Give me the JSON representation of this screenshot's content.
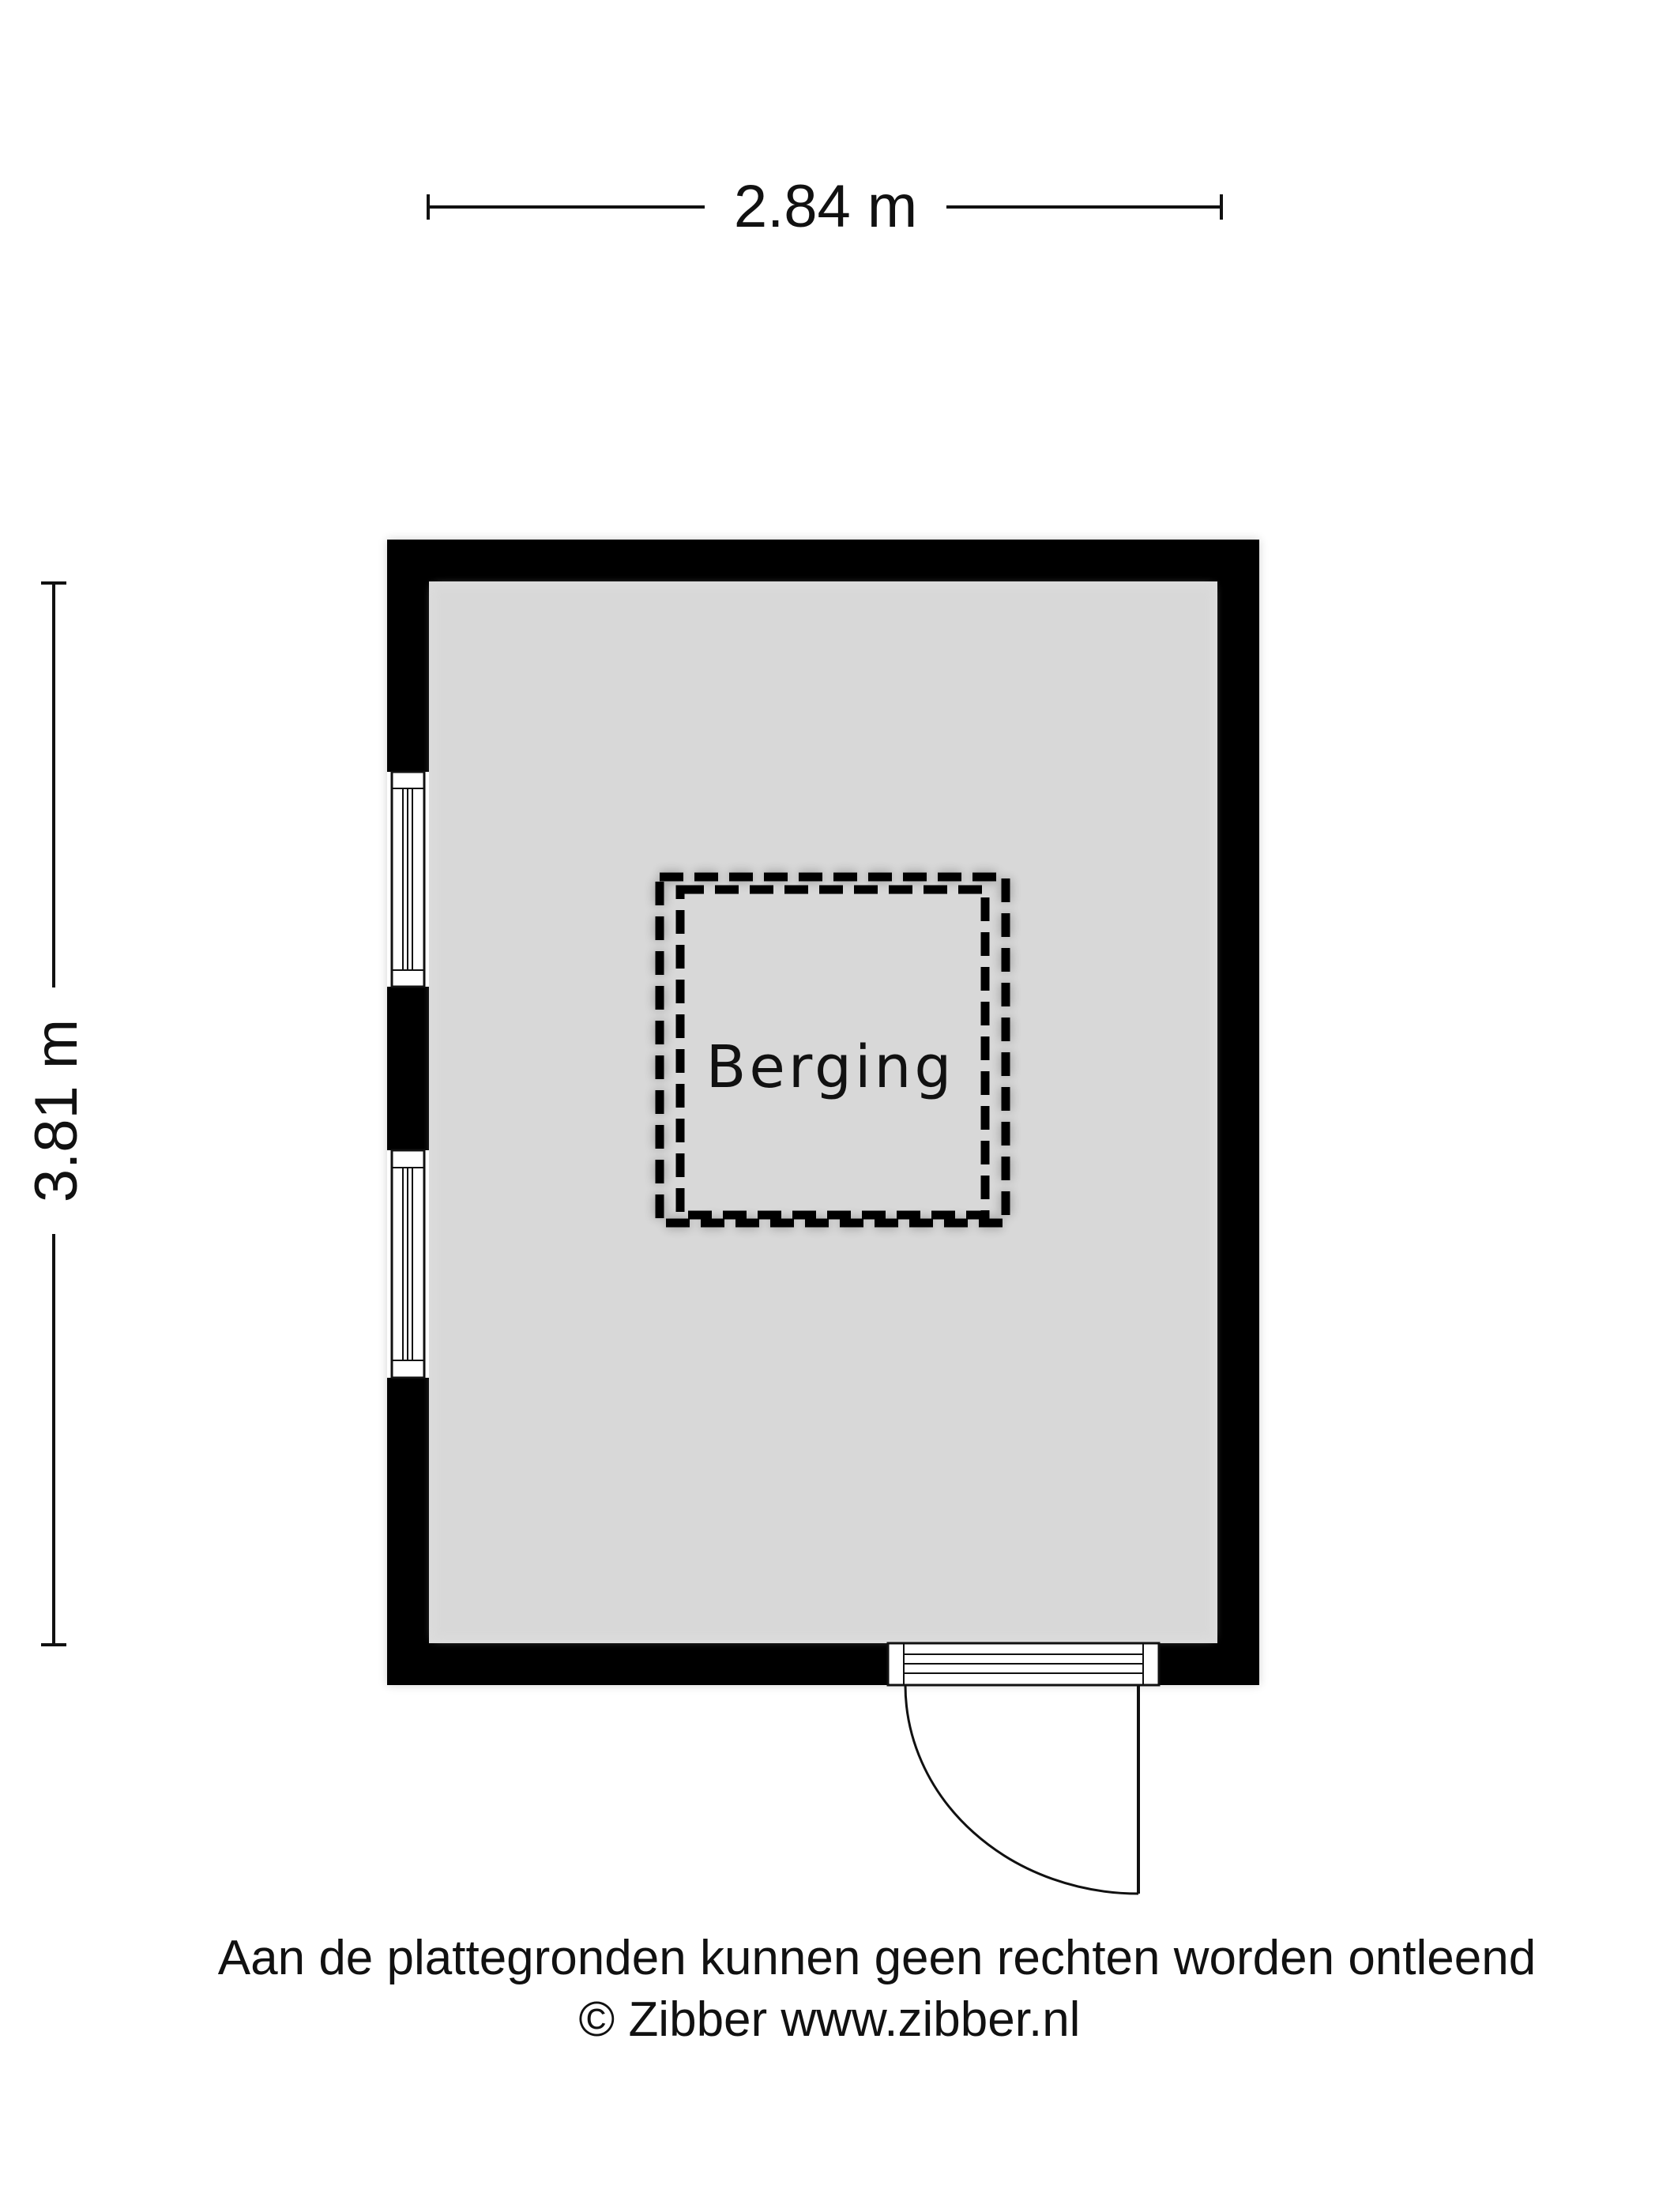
{
  "dimensions": {
    "width_label": "2.84 m",
    "height_label": "3.81 m"
  },
  "room": {
    "label": "Berging"
  },
  "footer": {
    "disclaimer": "Aan de plattegronden kunnen geen rechten worden ontleend",
    "copyright": "© Zibber www.zibber.nl"
  },
  "colors": {
    "wall": "#000000",
    "floor": "#dcdcdc",
    "background": "#ffffff",
    "text": "#111111"
  }
}
